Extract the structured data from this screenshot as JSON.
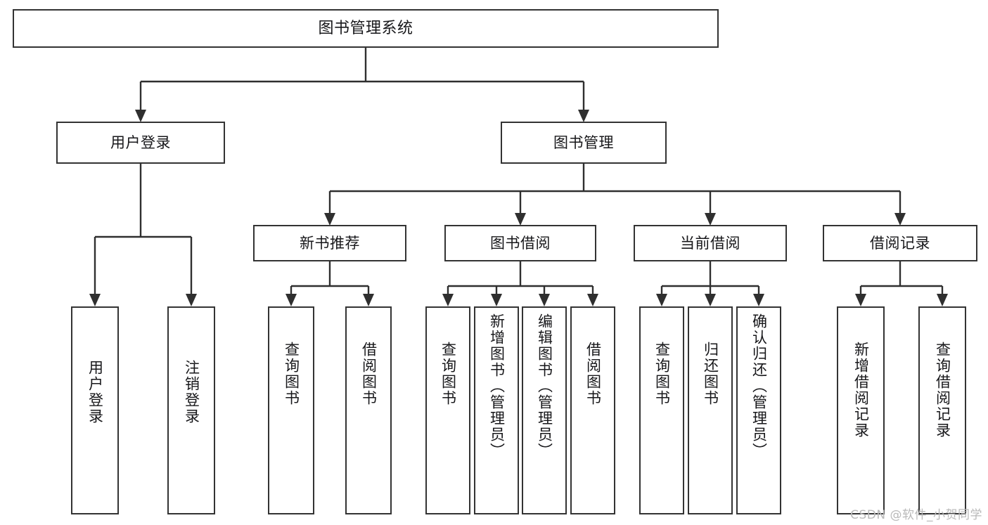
{
  "diagram": {
    "type": "tree",
    "title": "图书管理系统",
    "root": {
      "label": "图书管理系统"
    },
    "level1": [
      {
        "label": "用户登录"
      },
      {
        "label": "图书管理"
      }
    ],
    "level2": [
      {
        "label": "新书推荐"
      },
      {
        "label": "图书借阅"
      },
      {
        "label": "当前借阅"
      },
      {
        "label": "借阅记录"
      }
    ],
    "leaves": {
      "user_login": [
        {
          "label": "用户登录"
        },
        {
          "label": "注销登录"
        }
      ],
      "new_book_recommend": [
        {
          "label": "查询图书"
        },
        {
          "label": "借阅图书"
        }
      ],
      "book_borrow": [
        {
          "label": "查询图书"
        },
        {
          "label": "新增图书（管理员）"
        },
        {
          "label": "编辑图书（管理员）"
        },
        {
          "label": "借阅图书"
        }
      ],
      "current_borrow": [
        {
          "label": "查询图书"
        },
        {
          "label": "归还图书"
        },
        {
          "label": "确认归还（管理员）"
        }
      ],
      "borrow_record": [
        {
          "label": "新增借阅记录"
        },
        {
          "label": "查询借阅记录"
        }
      ]
    }
  },
  "watermark": {
    "text": "CSDN @软件_小贺同学"
  },
  "colors": {
    "border": "#333333",
    "fill": "#ffffff",
    "text": "#17171a",
    "connector": "#2f2f2f",
    "watermark": "#b9b9b9"
  }
}
